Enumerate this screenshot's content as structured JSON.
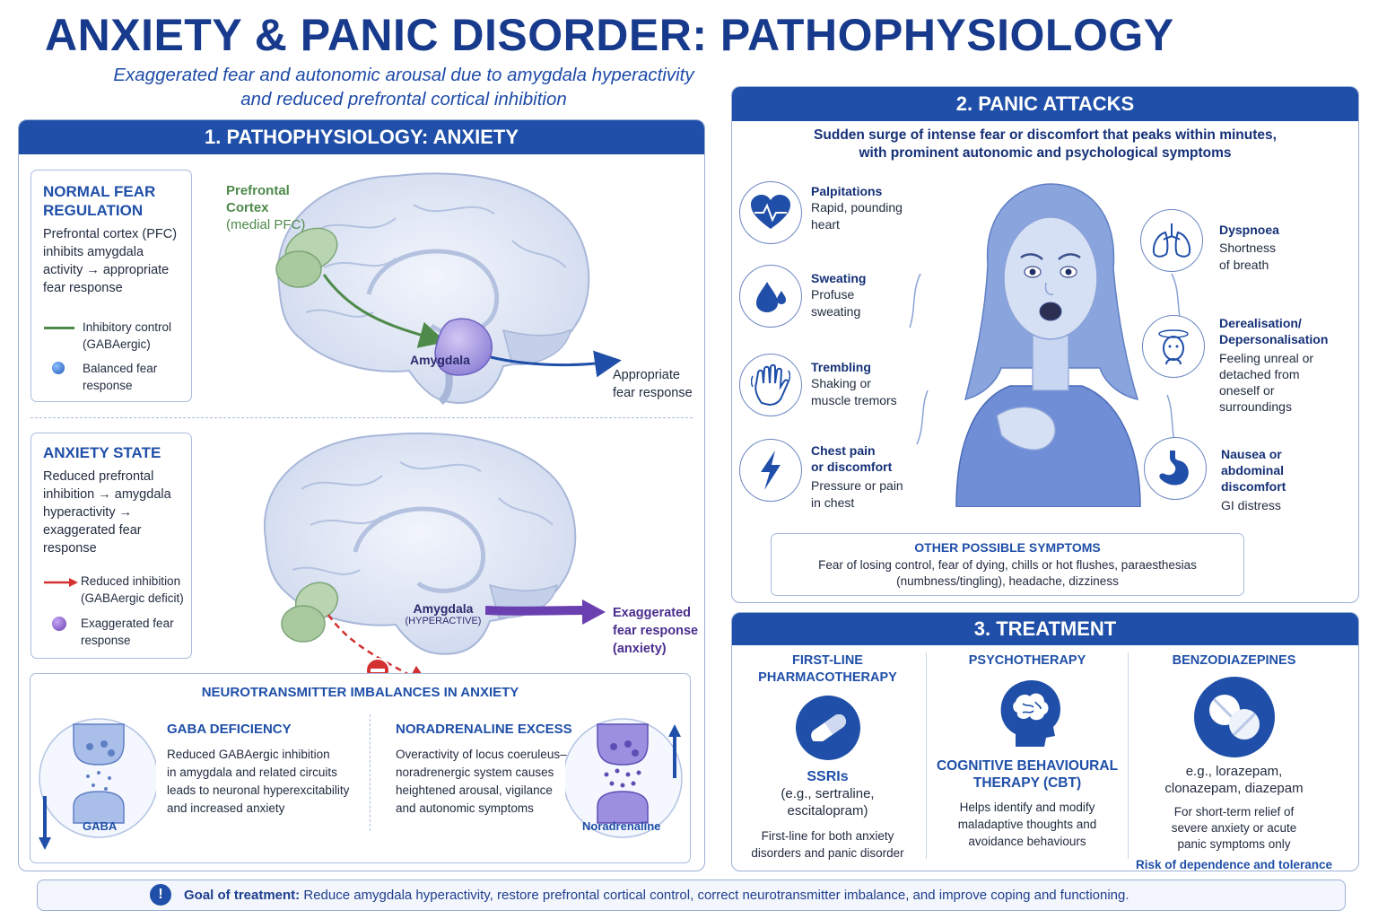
{
  "title": "ANXIETY & PANIC DISORDER: PATHOPHYSIOLOGY",
  "subtitle_l1": "Exaggerated fear and autonomic arousal due to amygdala hyperactivity",
  "subtitle_l2": "and reduced prefrontal cortical inhibition",
  "colors": {
    "primary": "#1f4fa8",
    "green": "#4e8a4a",
    "red": "#d33030",
    "purple": "#6a3fb0"
  },
  "section1": {
    "header": "1. PATHOPHYSIOLOGY: ANXIETY",
    "normal": {
      "title_l1": "NORMAL FEAR",
      "title_l2": "REGULATION",
      "desc_l1": "Prefrontal cortex (PFC)",
      "desc_l2": "inhibits amygdala",
      "desc_l3": "activity → appropriate",
      "desc_l4": "fear response",
      "legend1_l1": "Inhibitory control",
      "legend1_l2": "(GABAergic)",
      "legend2_l1": "Balanced fear",
      "legend2_l2": "response"
    },
    "anxiety": {
      "title": "ANXIETY STATE",
      "desc_l1": "Reduced prefrontal",
      "desc_l2": "inhibition → amygdala",
      "desc_l3": "hyperactivity →",
      "desc_l4": "exaggerated fear",
      "desc_l5": "response",
      "legend1_l1": "Reduced inhibition",
      "legend1_l2": "(GABAergic deficit)",
      "legend2_l1": "Exaggerated fear",
      "legend2_l2": "response"
    },
    "brain1": {
      "pfc_l1": "Prefrontal",
      "pfc_l2": "Cortex",
      "pfc_l3": "(medial PFC)",
      "amygdala": "Amygdala",
      "out_l1": "Appropriate",
      "out_l2": "fear response"
    },
    "brain2": {
      "amygdala": "Amygdala",
      "hyper": "(HYPERACTIVE)",
      "out_l1": "Exaggerated",
      "out_l2": "fear response",
      "out_l3": "(anxiety)"
    },
    "neuro": {
      "title": "NEUROTRANSMITTER IMBALANCES  IN ANXIETY",
      "gaba_title": "GABA DEFICIENCY",
      "gaba_l1": "Reduced GABAergic inhibition",
      "gaba_l2": "in amygdala and related circuits",
      "gaba_l3": "leads to neuronal hyperexcitability",
      "gaba_l4": "and increased anxiety",
      "gaba_label": "GABA",
      "na_title": "NORADRENALINE EXCESS",
      "na_l1": "Overactivity of locus coeruleus–",
      "na_l2": "noradrenergic system causes",
      "na_l3": "heightened arousal, vigilance",
      "na_l4": "and autonomic symptoms",
      "na_label": "Noradrenaline"
    }
  },
  "section2": {
    "header": "2. PANIC ATTACKS",
    "intro_l1": "Sudden surge of intense fear or discomfort that peaks within minutes,",
    "intro_l2": "with prominent autonomic and psychological symptoms",
    "symptoms_left": [
      {
        "icon": "heart-icon",
        "title_l1": "Palpitations",
        "title_l2": "",
        "desc_l1": "Rapid, pounding",
        "desc_l2": "heart"
      },
      {
        "icon": "droplet-icon",
        "title_l1": "Sweating",
        "title_l2": "",
        "desc_l1": "Profuse",
        "desc_l2": "sweating"
      },
      {
        "icon": "trembling-hand-icon",
        "title_l1": "Trembling",
        "title_l2": "",
        "desc_l1": "Shaking or",
        "desc_l2": "muscle tremors"
      },
      {
        "icon": "lightning-icon",
        "title_l1": "Chest pain",
        "title_l2": "or discomfort",
        "desc_l1": "Pressure or pain",
        "desc_l2": "in chest"
      }
    ],
    "dyspnoea": {
      "title": "Dyspnoea",
      "desc_l1": "Shortness",
      "desc_l2": "of breath"
    },
    "dereal": {
      "title_l1": "Derealisation/",
      "title_l2": "Depersonalisation",
      "desc_l1": "Feeling unreal or",
      "desc_l2": "detached from",
      "desc_l3": "oneself or",
      "desc_l4": "surroundings"
    },
    "nausea": {
      "title_l1": "Nausea or",
      "title_l2": "abdominal",
      "title_l3": "discomfort",
      "desc": "GI distress"
    },
    "other_title": "OTHER POSSIBLE SYMPTOMS",
    "other_l1": "Fear of losing control, fear of dying, chills or hot flushes, paraesthesias",
    "other_l2": "(numbness/tingling), headache, dizziness"
  },
  "section3": {
    "header": "3. TREATMENT",
    "col1": {
      "title_l1": "FIRST-LINE",
      "title_l2": "PHARMACOTHERAPY",
      "drug": "SSRIs",
      "ex_l1": "(e.g., sertraline,",
      "ex_l2": "escitalopram)",
      "note_l1": "First-line for both anxiety",
      "note_l2": "disorders and panic disorder"
    },
    "col2": {
      "title": "PSYCHOTHERAPY",
      "name_l1": "COGNITIVE BEHAVIOURAL",
      "name_l2": "THERAPY (CBT)",
      "note_l1": "Helps identify and modify",
      "note_l2": "maladaptive thoughts and",
      "note_l3": "avoidance behaviours"
    },
    "col3": {
      "title": "BENZODIAZEPINES",
      "ex_l1": "e.g., lorazepam,",
      "ex_l2": "clonazepam, diazepam",
      "note_l1": "For short-term relief of",
      "note_l2": "severe anxiety or acute",
      "note_l3": "panic symptoms only",
      "risk": "Risk of dependence and tolerance"
    }
  },
  "goal": {
    "label": "Goal of treatment:",
    "text": " Reduce amygdala hyperactivity, restore prefrontal cortical control, correct neurotransmitter imbalance, and improve coping and functioning."
  }
}
